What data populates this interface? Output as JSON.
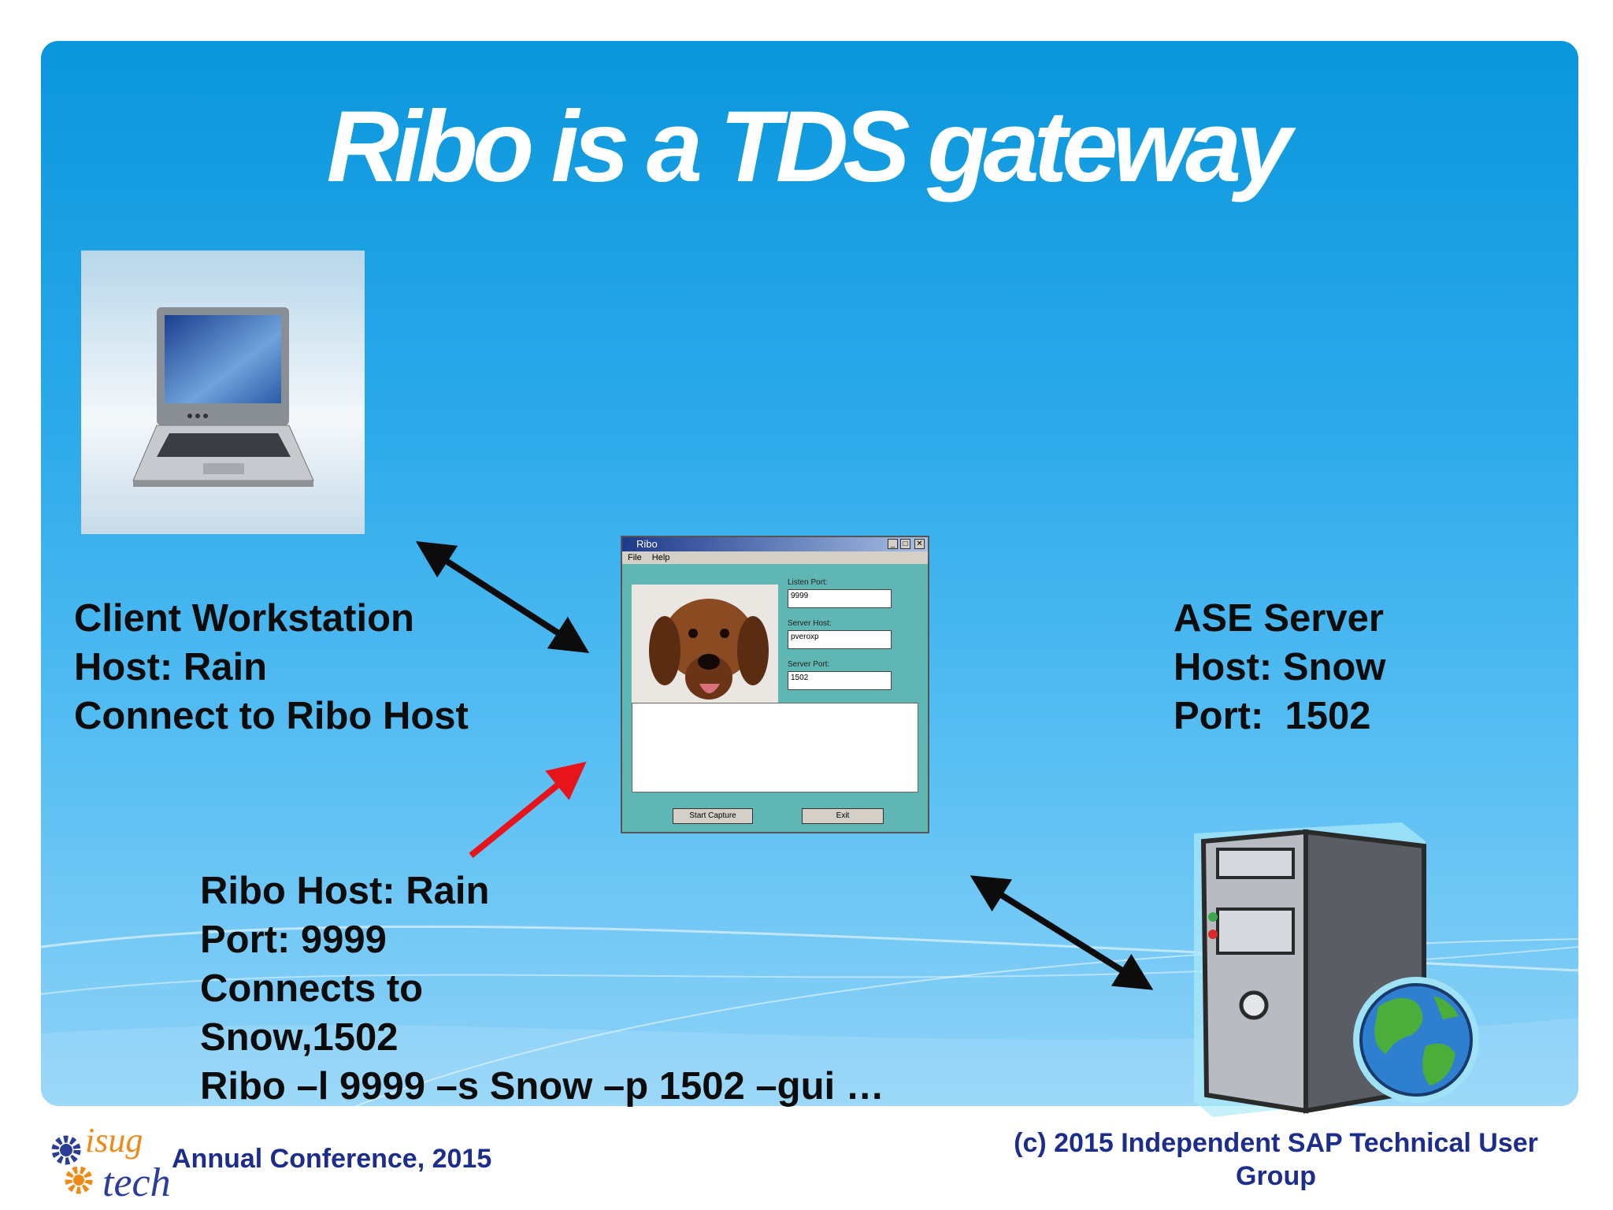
{
  "slide": {
    "title": "Ribo is a TDS gateway",
    "client": {
      "lines": [
        "Client Workstation",
        "Host: Rain",
        "Connect to Ribo Host"
      ]
    },
    "ribo": {
      "lines": [
        "Ribo Host: Rain",
        "Port: 9999",
        "Connects to",
        "Snow,1502",
        "Ribo –l 9999 –s Snow –p 1502 –gui …"
      ]
    },
    "server": {
      "lines": [
        "ASE Server",
        "Host: Snow",
        "Port:  1502"
      ]
    },
    "ribo_window": {
      "title": "Ribo",
      "menu": [
        "File",
        "Help"
      ],
      "listen_port_label": "Listen Port:",
      "listen_port_value": "9999",
      "server_host_label": "Server Host:",
      "server_host_value": "pveroxp",
      "server_port_label": "Server Port:",
      "server_port_value": "1502",
      "start_capture_label": "Start Capture",
      "exit_label": "Exit"
    }
  },
  "footer": {
    "logo_text_top": "isug",
    "logo_text_bottom": "tech",
    "left": "Annual Conference, 2015",
    "right": "(c) 2015 Independent SAP Technical User Group"
  },
  "colors": {
    "accent_arrow": "#e8141c",
    "footer_text": "#1d2d8c",
    "logo_orange": "#f08a17",
    "logo_blue": "#2a3e98"
  }
}
